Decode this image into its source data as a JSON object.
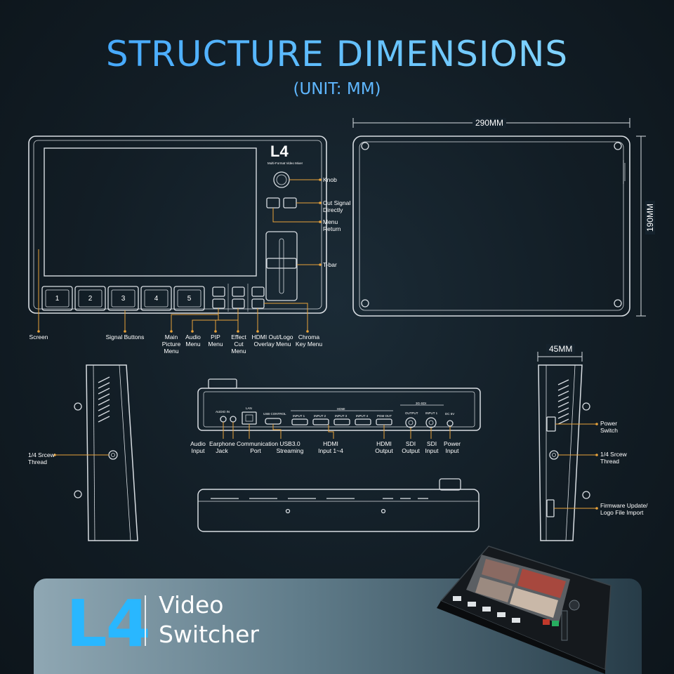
{
  "header": {
    "title": "STRUCTURE DIMENSIONS",
    "subtitle": "(UNIT: MM)"
  },
  "front_panel": {
    "logo": "L4",
    "logo_sub": "Multi-Format Video Mixer",
    "signal_buttons": [
      "1",
      "2",
      "3",
      "4",
      "5"
    ],
    "labels": {
      "knob": "Knob",
      "cut_signal": "Cut Signal Directly",
      "menu_return": "Menu Return",
      "tbar": "T-bar",
      "screen": "Screen",
      "signal_buttons": "Signal Buttons",
      "main_picture_menu": "Main Picture Menu",
      "audio_menu": "Audio Menu",
      "pip_menu": "PIP Menu",
      "effect_cut_menu": "Effect Cut Menu",
      "hdmi_out_logo": "HDMI Out/Logo Overlay Menu",
      "chroma_key": "Chroma Key Menu"
    }
  },
  "dimensions": {
    "width": "290MM",
    "height": "190MM",
    "depth": "45MM"
  },
  "rear_panel": {
    "port_captions": {
      "audio_in": "AUDIO IN",
      "lan": "LAN",
      "usb": "USB CONTROL",
      "hdmi": "HDMI",
      "sdi": "3G-SDI",
      "dc": "DC 5V"
    },
    "hdmi_ports": [
      "INPUT 1",
      "INPUT 2",
      "INPUT 3",
      "INPUT 4",
      "PGM OUT"
    ],
    "sdi_ports": [
      "OUTPUT",
      "INPUT 1"
    ],
    "labels": {
      "audio_input": "Audio Input",
      "earphone_jack": "Earphone Jack",
      "communication_port": "Communication Port",
      "usb_streaming": "USB3.0 Streaming",
      "hdmi_input": "HDMI Input 1~4",
      "hdmi_output": "HDMI Output",
      "sdi_output": "SDI Output",
      "sdi_input": "SDI Input",
      "power_input": "Power Input"
    }
  },
  "left_side": {
    "screw_thread": "1/4 Srcew Thread"
  },
  "right_side": {
    "power_switch": "Power Switch",
    "screw_thread": "1/4 Srcew Thread",
    "firmware": "Firmware Update/ Logo File Import"
  },
  "banner": {
    "model": "L4",
    "line1": "Video",
    "line2": "Switcher"
  },
  "colors": {
    "accent": "#29b7ff",
    "leader": "#e8a23a",
    "line": "#d8dde2",
    "background": "#121d25"
  }
}
